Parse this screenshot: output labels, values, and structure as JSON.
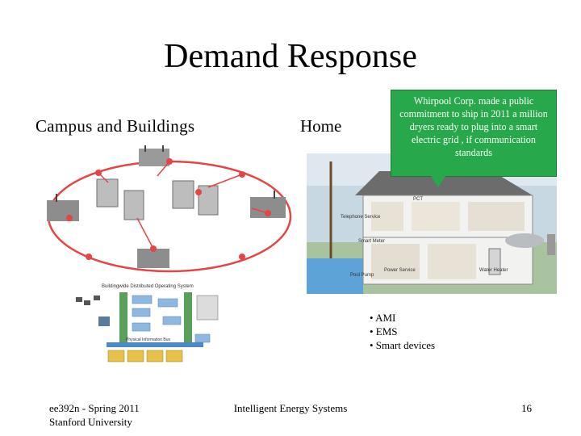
{
  "slide": {
    "title": "Demand Response",
    "campus_heading": "Campus and Buildings",
    "home_heading": "Home",
    "callout": "Whirpool Corp. made a public commitment to ship in 2011 a million dryers ready to plug into a smart electric grid , if communication standards",
    "bullets": [
      "• AMI",
      "• EMS",
      "• Smart devices"
    ],
    "diagram": {
      "bos_title": "Buildingwide Distributed Operating System",
      "bus_label": "Physical Information Bus",
      "home_labels": {
        "pct": "PCT",
        "telephone": "Telephone Service",
        "smart_meter": "Smart Meter",
        "power_service": "Power Service",
        "pool_pump": "Pool Pump",
        "water_heater": "Water Heater"
      }
    },
    "colors": {
      "callout_bg": "#27a84a",
      "ring": "#e54545"
    }
  },
  "footer": {
    "left_line1": "ee392n - Spring 2011",
    "left_line2": "Stanford University",
    "center": "Intelligent Energy Systems",
    "page_number": "16"
  }
}
